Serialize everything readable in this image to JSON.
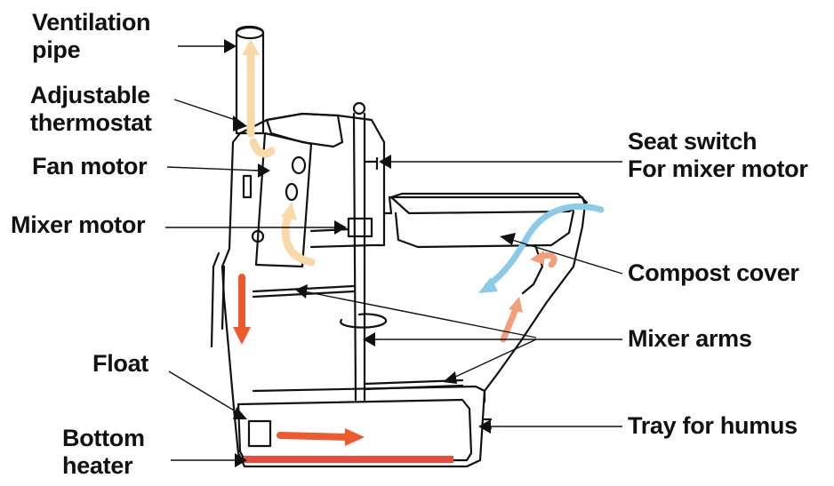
{
  "labels": {
    "ventilation_pipe": [
      "Ventilation",
      "pipe"
    ],
    "adjustable_thermostat": [
      "Adjustable",
      "thermostat"
    ],
    "fan_motor": "Fan motor",
    "mixer_motor": "Mixer motor",
    "float": "Float",
    "bottom_heater": [
      "Bottom",
      "heater"
    ],
    "seat_switch": [
      "Seat switch",
      "For mixer motor"
    ],
    "compost_cover": "Compost cover",
    "mixer_arms": "Mixer arms",
    "tray_for_humus": "Tray for humus"
  },
  "colors": {
    "outline": "#111111",
    "air_flow": "#f9d9a8",
    "heat_flow": "#ec5a2e",
    "cool_air": "#8ccbe8",
    "heater": "#e94b3c"
  }
}
